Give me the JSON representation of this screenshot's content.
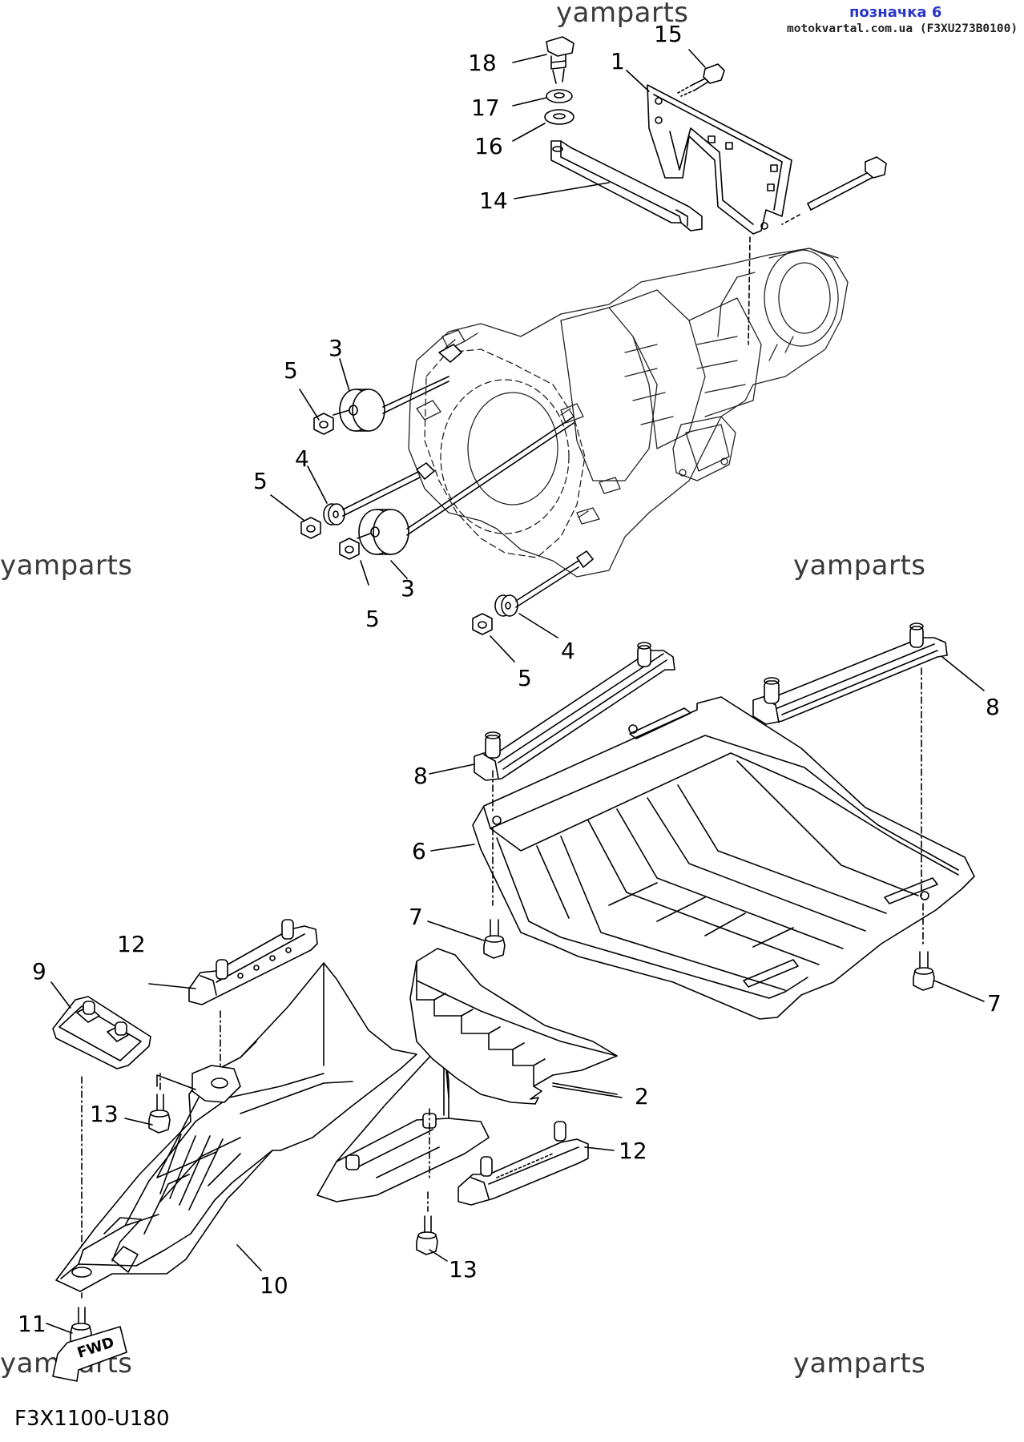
{
  "header": {
    "label": "позначка 6",
    "source": "motokvartal.com.ua (F3XU273B0100)"
  },
  "watermarks": [
    "yamparts",
    "yamparts",
    "yamparts",
    "yamparts",
    "yamparts",
    "yamparts"
  ],
  "diagram_code": "F3X1100-U180",
  "fwd_label": "FWD",
  "callouts": {
    "c18": "18",
    "c17": "17",
    "c16": "16",
    "c15": "15",
    "c1": "1",
    "c14": "14",
    "c3a": "3",
    "c5a": "5",
    "c4a": "4",
    "c5b": "5",
    "c5c": "5",
    "c3b": "3",
    "c4b": "4",
    "c5d": "5",
    "c8a": "8",
    "c8b": "8",
    "c6": "6",
    "c7a": "7",
    "c7b": "7",
    "c12a": "12",
    "c9": "9",
    "c13a": "13",
    "c2": "2",
    "c12b": "12",
    "c13b": "13",
    "c10": "10",
    "c11": "11"
  }
}
